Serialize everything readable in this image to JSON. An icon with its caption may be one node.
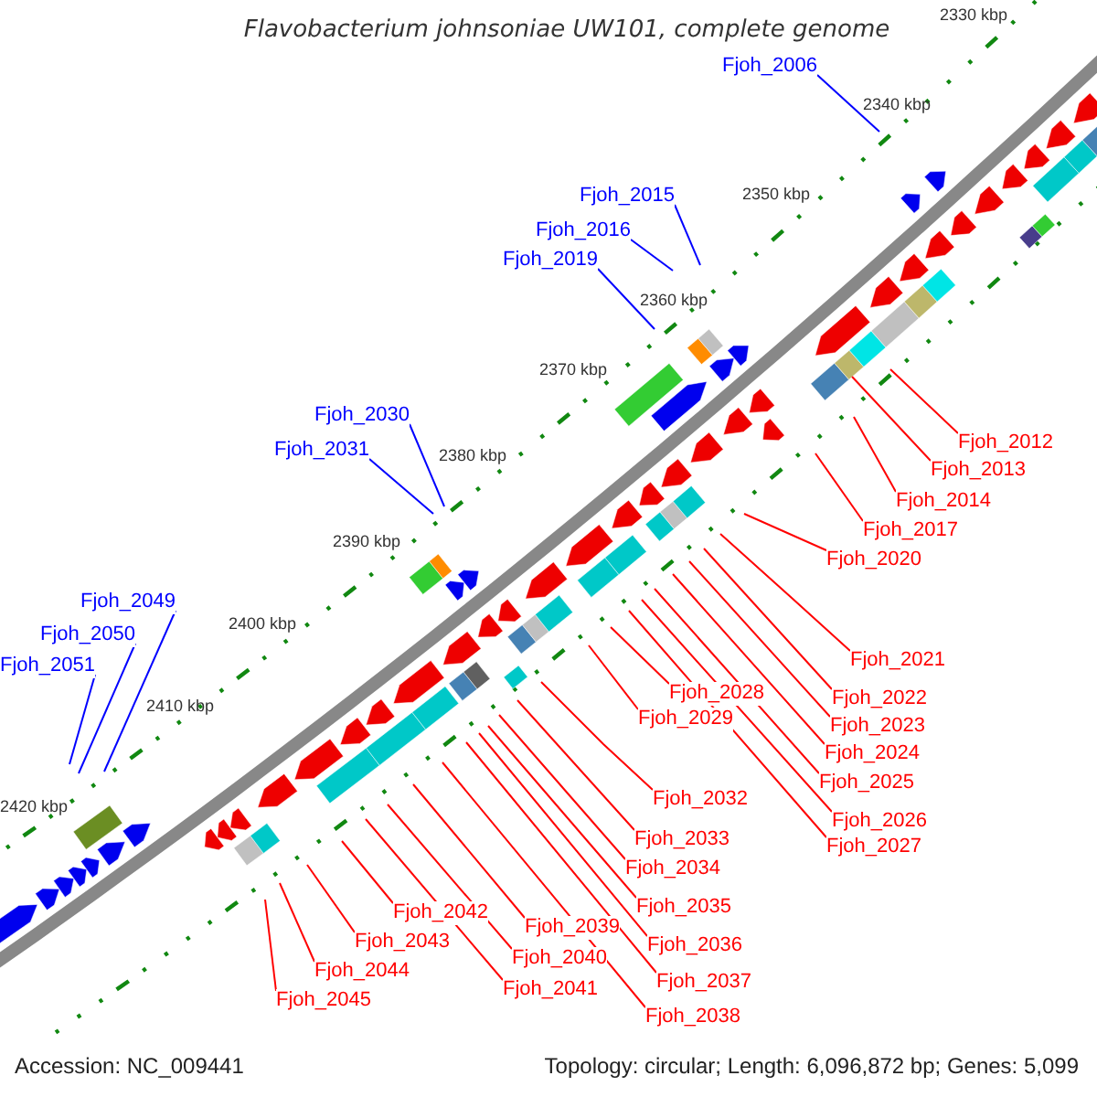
{
  "diagram": {
    "title": "Flavobacterium johnsoniae UW101, complete genome",
    "nodes": [
      {
        "text": [
          "Fjoh_2006"
        ]
      },
      {
        "text": [
          "Fjoh_2015"
        ]
      },
      {
        "text": [
          "Fjoh_2016"
        ]
      },
      {
        "text": [
          "Fjoh_2019"
        ]
      },
      {
        "text": [
          "Fjoh_2030"
        ]
      },
      {
        "text": [
          "Fjoh_2031"
        ]
      },
      {
        "text": [
          "Fjoh_2049"
        ]
      },
      {
        "text": [
          "Fjoh_2050"
        ]
      },
      {
        "text": [
          "Fjoh_2051"
        ]
      },
      {
        "text": [
          "Fjoh_2012"
        ]
      },
      {
        "text": [
          "Fjoh_2013"
        ]
      },
      {
        "text": [
          "Fjoh_2014"
        ]
      },
      {
        "text": [
          "Fjoh_2017"
        ]
      },
      {
        "text": [
          "Fjoh_2020"
        ]
      },
      {
        "text": [
          "Fjoh_2021"
        ]
      },
      {
        "text": [
          "Fjoh_2022"
        ]
      },
      {
        "text": [
          "Fjoh_2023"
        ]
      },
      {
        "text": [
          "Fjoh_2024"
        ]
      },
      {
        "text": [
          "Fjoh_2025"
        ]
      },
      {
        "text": [
          "Fjoh_2026"
        ]
      },
      {
        "text": [
          "Fjoh_2027"
        ]
      },
      {
        "text": [
          "Fjoh_2028"
        ]
      },
      {
        "text": [
          "Fjoh_2029"
        ]
      },
      {
        "text": [
          "Fjoh_2032"
        ]
      },
      {
        "text": [
          "Fjoh_2033"
        ]
      },
      {
        "text": [
          "Fjoh_2034"
        ]
      },
      {
        "text": [
          "Fjoh_2035"
        ]
      },
      {
        "text": [
          "Fjoh_2036"
        ]
      },
      {
        "text": [
          "Fjoh_2037"
        ]
      },
      {
        "text": [
          "Fjoh_2038"
        ]
      },
      {
        "text": [
          "Fjoh_2039"
        ]
      },
      {
        "text": [
          "Fjoh_2040"
        ]
      },
      {
        "text": [
          "Fjoh_2041"
        ]
      },
      {
        "text": [
          "Fjoh_2042"
        ]
      },
      {
        "text": [
          "Fjoh_2043"
        ]
      },
      {
        "text": [
          "Fjoh_2044"
        ]
      },
      {
        "text": [
          "Fjoh_2045"
        ]
      }
    ],
    "edges": [
      {
        "from": 0,
        "to": null,
        "arrow": "none",
        "color": "#0000ff"
      },
      {
        "from": 1,
        "to": null,
        "arrow": "none",
        "color": "#0000ff"
      },
      {
        "from": 2,
        "to": null,
        "arrow": "none",
        "color": "#0000ff"
      },
      {
        "from": 3,
        "to": null,
        "arrow": "none",
        "color": "#0000ff"
      },
      {
        "from": 4,
        "to": null,
        "arrow": "none",
        "color": "#0000ff"
      },
      {
        "from": 5,
        "to": null,
        "arrow": "none",
        "color": "#0000ff"
      },
      {
        "from": 6,
        "to": null,
        "arrow": "none",
        "color": "#0000ff"
      },
      {
        "from": 7,
        "to": null,
        "arrow": "none",
        "color": "#0000ff"
      },
      {
        "from": 8,
        "to": null,
        "arrow": "none",
        "color": "#0000ff"
      },
      {
        "from": 9,
        "to": null,
        "arrow": "none"
      },
      {
        "from": 10,
        "to": null,
        "arrow": "none"
      },
      {
        "from": 11,
        "to": null,
        "arrow": "none"
      },
      {
        "from": 12,
        "to": null,
        "arrow": "none"
      },
      {
        "from": 13,
        "to": null,
        "arrow": "none"
      },
      {
        "from": 14,
        "to": null,
        "arrow": "none"
      },
      {
        "from": 15,
        "to": null,
        "arrow": "none"
      },
      {
        "from": 16,
        "to": null,
        "arrow": "none"
      },
      {
        "from": 17,
        "to": null,
        "arrow": "none"
      },
      {
        "from": 18,
        "to": null,
        "arrow": "none"
      },
      {
        "from": 19,
        "to": null,
        "arrow": "none"
      },
      {
        "from": 20,
        "to": null,
        "arrow": "none"
      },
      {
        "from": 21,
        "to": null,
        "arrow": "none"
      },
      {
        "from": 22,
        "to": null,
        "arrow": "none"
      },
      {
        "from": 23,
        "to": null,
        "arrow": "none"
      },
      {
        "from": 24,
        "to": null,
        "arrow": "none"
      },
      {
        "from": 25,
        "to": null,
        "arrow": "none"
      },
      {
        "from": 26,
        "to": null,
        "arrow": "none"
      },
      {
        "from": 27,
        "to": null,
        "arrow": "none"
      },
      {
        "from": 28,
        "to": null,
        "arrow": "none"
      },
      {
        "from": 29,
        "to": null,
        "arrow": "none"
      },
      {
        "from": 30,
        "to": null,
        "arrow": "none"
      },
      {
        "from": 31,
        "to": null,
        "arrow": "none"
      },
      {
        "from": 32,
        "to": null,
        "arrow": "none"
      },
      {
        "from": 33,
        "to": null,
        "arrow": "none"
      },
      {
        "from": 34,
        "to": null,
        "arrow": "none"
      },
      {
        "from": 35,
        "to": null,
        "arrow": "none"
      },
      {
        "from": 36,
        "to": null,
        "arrow": "none"
      }
    ],
    "labels": [
      "2330 kbp",
      "2340 kbp",
      "2350 kbp",
      "2360 kbp",
      "2370 kbp",
      "2380 kbp",
      "2390 kbp",
      "2400 kbp",
      "2410 kbp",
      "2420 kbp",
      "Accession: NC_009441",
      "Topology: circular; Length: 6,096,872 bp; Genes: 5,099"
    ]
  }
}
